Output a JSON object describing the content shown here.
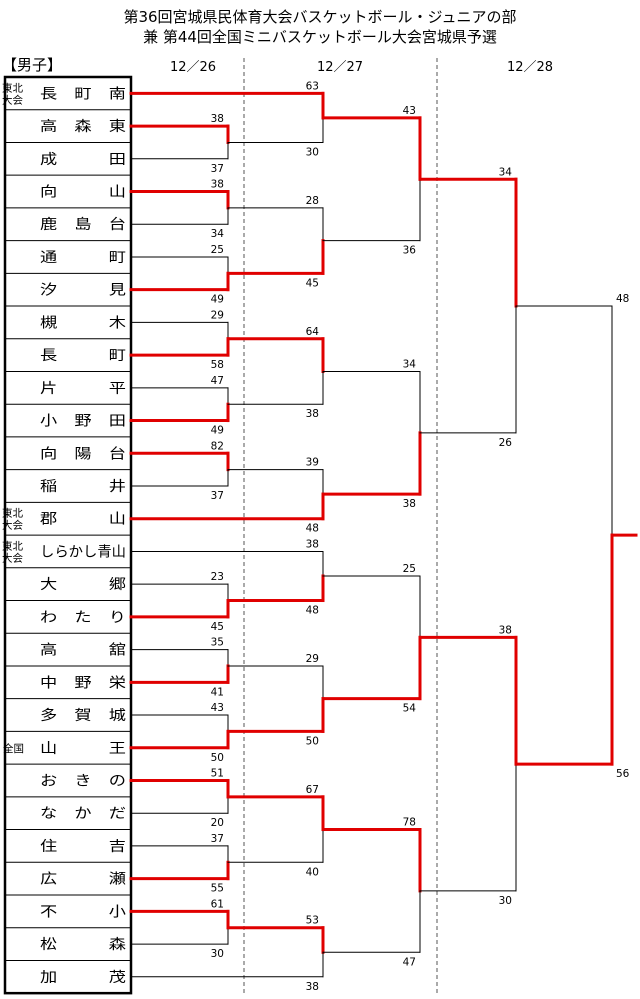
{
  "title_line1": "第36回宮城県民体育大会バスケットボール・ジュニアの部",
  "title_line2": "兼 第44回全国ミニバスケットボール大会宮城県予選",
  "division": "【男子】",
  "dates": [
    "12／26",
    "12／27",
    "12／28"
  ],
  "colors": {
    "winner": "#e00000",
    "loser": "#000000",
    "divider": "#555555"
  },
  "teams": [
    {
      "name": "長　町　南",
      "tag": "東北大会"
    },
    {
      "name": "高　森　東",
      "tag": ""
    },
    {
      "name": "成　　　田",
      "tag": ""
    },
    {
      "name": "向　　　山",
      "tag": ""
    },
    {
      "name": "鹿　島　台",
      "tag": ""
    },
    {
      "name": "通　　　町",
      "tag": ""
    },
    {
      "name": "汐　　　見",
      "tag": ""
    },
    {
      "name": "槻　　　木",
      "tag": ""
    },
    {
      "name": "長　　　町",
      "tag": ""
    },
    {
      "name": "片　　　平",
      "tag": ""
    },
    {
      "name": "小　野　田",
      "tag": ""
    },
    {
      "name": "向　陽　台",
      "tag": ""
    },
    {
      "name": "稲　　　井",
      "tag": ""
    },
    {
      "name": "郡　　　山",
      "tag": "東北大会"
    },
    {
      "name": "しらかし青山",
      "tag": "東北大会"
    },
    {
      "name": "大　　　郷",
      "tag": ""
    },
    {
      "name": "わ　た　り",
      "tag": ""
    },
    {
      "name": "高　　　舘",
      "tag": ""
    },
    {
      "name": "中　野　栄",
      "tag": ""
    },
    {
      "name": "多　賀　城",
      "tag": ""
    },
    {
      "name": "山　　　王",
      "tag": "全国"
    },
    {
      "name": "お　き　の",
      "tag": ""
    },
    {
      "name": "な　か　だ",
      "tag": ""
    },
    {
      "name": "住　　　吉",
      "tag": ""
    },
    {
      "name": "広　　　瀬",
      "tag": ""
    },
    {
      "name": "不　　　小",
      "tag": ""
    },
    {
      "name": "松　　　森",
      "tag": ""
    },
    {
      "name": "加　　　茂",
      "tag": ""
    }
  ],
  "matches": [
    {
      "id": "m1",
      "a": 1,
      "b": 2,
      "sa": 38,
      "sb": 37,
      "winner": "a"
    },
    {
      "id": "m2",
      "a": 3,
      "b": 4,
      "sa": 38,
      "sb": 34,
      "winner": "a"
    },
    {
      "id": "m3",
      "a": 5,
      "b": 6,
      "sa": 25,
      "sb": 49,
      "winner": "b"
    },
    {
      "id": "m4",
      "a": 7,
      "b": 8,
      "sa": 29,
      "sb": 58,
      "winner": "b"
    },
    {
      "id": "m5",
      "a": 9,
      "b": 10,
      "sa": 47,
      "sb": 49,
      "winner": "b"
    },
    {
      "id": "m6",
      "a": 11,
      "b": 12,
      "sa": 82,
      "sb": 37,
      "winner": "a"
    },
    {
      "id": "m7",
      "a": 15,
      "b": 16,
      "sa": 23,
      "sb": 45,
      "winner": "b"
    },
    {
      "id": "m8",
      "a": 17,
      "b": 18,
      "sa": 35,
      "sb": 41,
      "winner": "b"
    },
    {
      "id": "m9",
      "a": 19,
      "b": 20,
      "sa": 43,
      "sb": 50,
      "winner": "b"
    },
    {
      "id": "m10",
      "a": 21,
      "b": 22,
      "sa": 51,
      "sb": 20,
      "winner": "a"
    },
    {
      "id": "m11",
      "a": 23,
      "b": 24,
      "sa": 37,
      "sb": 55,
      "winner": "b"
    },
    {
      "id": "m12",
      "a": 25,
      "b": 26,
      "sa": 61,
      "sb": 30,
      "winner": "a"
    },
    {
      "id": "r1",
      "a": 0,
      "b": "m1",
      "sa": 63,
      "sb": 30,
      "winner": "a"
    },
    {
      "id": "r2",
      "a": "m2",
      "b": "m3",
      "sa": 28,
      "sb": 45,
      "winner": "b"
    },
    {
      "id": "r3",
      "a": "m4",
      "b": "m5",
      "sa": 64,
      "sb": 38,
      "winner": "a"
    },
    {
      "id": "r4",
      "a": "m6",
      "b": 13,
      "sa": 39,
      "sb": 48,
      "winner": "b"
    },
    {
      "id": "r5",
      "a": 14,
      "b": "m7",
      "sa": 38,
      "sb": 48,
      "winner": "b"
    },
    {
      "id": "r6",
      "a": "m8",
      "b": "m9",
      "sa": 29,
      "sb": 50,
      "winner": "b"
    },
    {
      "id": "r7",
      "a": "m10",
      "b": "m11",
      "sa": 67,
      "sb": 40,
      "winner": "a"
    },
    {
      "id": "r8",
      "a": "m12",
      "b": 27,
      "sa": 53,
      "sb": 38,
      "winner": "a"
    },
    {
      "id": "q1",
      "a": "r1",
      "b": "r2",
      "sa": 43,
      "sb": 36,
      "winner": "a"
    },
    {
      "id": "q2",
      "a": "r3",
      "b": "r4",
      "sa": 34,
      "sb": 38,
      "winner": "b"
    },
    {
      "id": "q3",
      "a": "r5",
      "b": "r6",
      "sa": 25,
      "sb": 54,
      "winner": "b"
    },
    {
      "id": "q4",
      "a": "r7",
      "b": "r8",
      "sa": 78,
      "sb": 47,
      "winner": "a"
    },
    {
      "id": "s1",
      "a": "q1",
      "b": "q2",
      "sa": 34,
      "sb": 26,
      "winner": "a"
    },
    {
      "id": "s2",
      "a": "q3",
      "b": "q4",
      "sa": 38,
      "sb": 30,
      "winner": "a"
    },
    {
      "id": "f",
      "a": "s1",
      "b": "s2",
      "sa": 48,
      "sb": 56,
      "winner": "b"
    }
  ]
}
